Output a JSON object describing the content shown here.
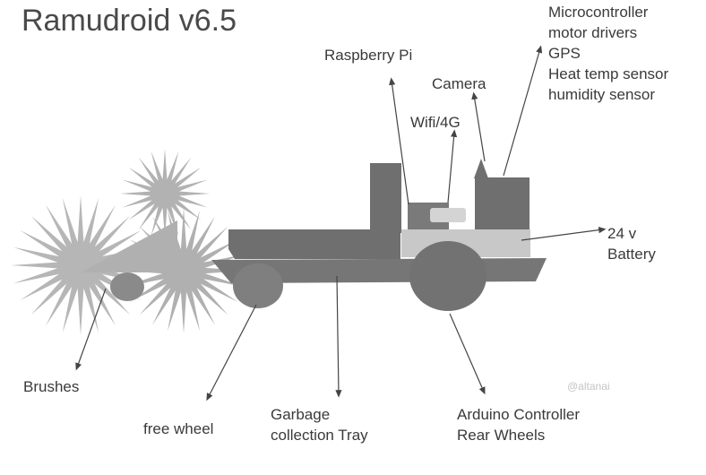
{
  "title": "Ramudroid v6.5",
  "labels": {
    "microcontroller": [
      "Microcontroller",
      "motor drivers",
      "GPS",
      "Heat temp sensor",
      "humidity sensor"
    ],
    "raspberry_pi": "Raspberry Pi",
    "camera": "Camera",
    "wifi": "Wifi/4G",
    "battery": [
      "24 v",
      "Battery"
    ],
    "brushes": "Brushes",
    "free_wheel": "free wheel",
    "tray": [
      "Garbage",
      "collection Tray"
    ],
    "arduino": [
      "Arduino Controller",
      "Rear Wheels"
    ]
  },
  "watermark": "@altanai",
  "colors": {
    "dark": "#737373",
    "medium": "#808080",
    "light": "#a8a8a8",
    "battery": "#c8c8c8",
    "text": "#3a3a3a"
  }
}
